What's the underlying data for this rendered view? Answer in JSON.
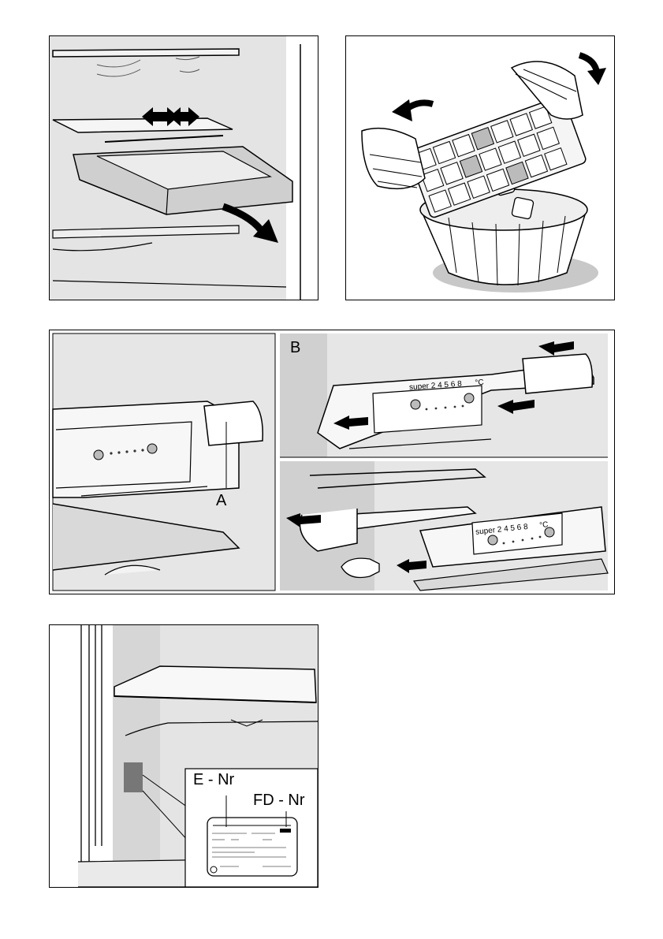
{
  "labels": {
    "a": "A",
    "b": "B",
    "e_nr": "E - Nr",
    "fd_nr": "FD - Nr"
  },
  "thermostat": {
    "super": "super",
    "scale": [
      "2",
      "4",
      "5",
      "6",
      "8"
    ],
    "unit": "°C"
  }
}
